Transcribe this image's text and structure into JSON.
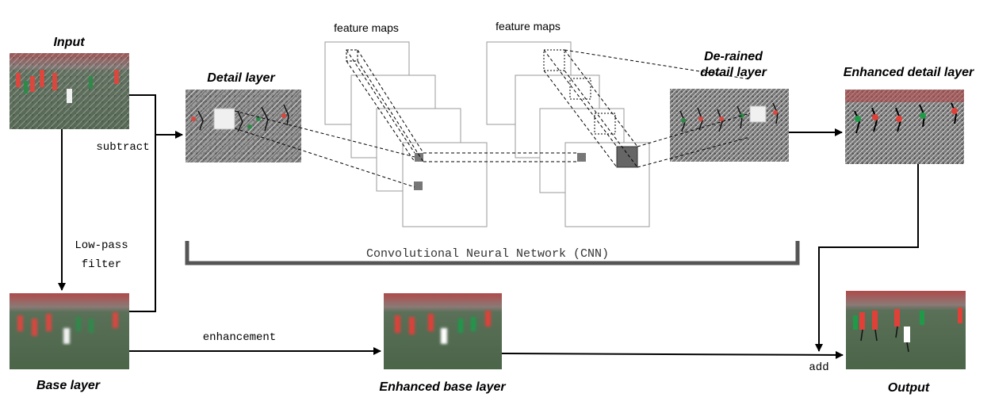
{
  "labels": {
    "input": "Input",
    "detail_layer": "Detail layer",
    "base_layer": "Base layer",
    "enhanced_base_layer": "Enhanced base layer",
    "derained_line1": "De-rained",
    "derained_line2": "detail layer",
    "enhanced_detail_layer": "Enhanced detail layer",
    "output": "Output"
  },
  "operations": {
    "subtract": "subtract",
    "lowpass_line1": "Low-pass",
    "lowpass_line2": "filter",
    "enhancement": "enhancement",
    "add": "add"
  },
  "cnn": {
    "feature_maps_left": "feature maps",
    "feature_maps_right": "feature maps",
    "network": "Convolutional Neural Network (CNN)"
  },
  "colors": {
    "field_green": "#4f6b4d",
    "jersey_red": "#d9473f",
    "jersey_green": "#2f8a4a",
    "noise_gray": "#8c8c8c"
  }
}
